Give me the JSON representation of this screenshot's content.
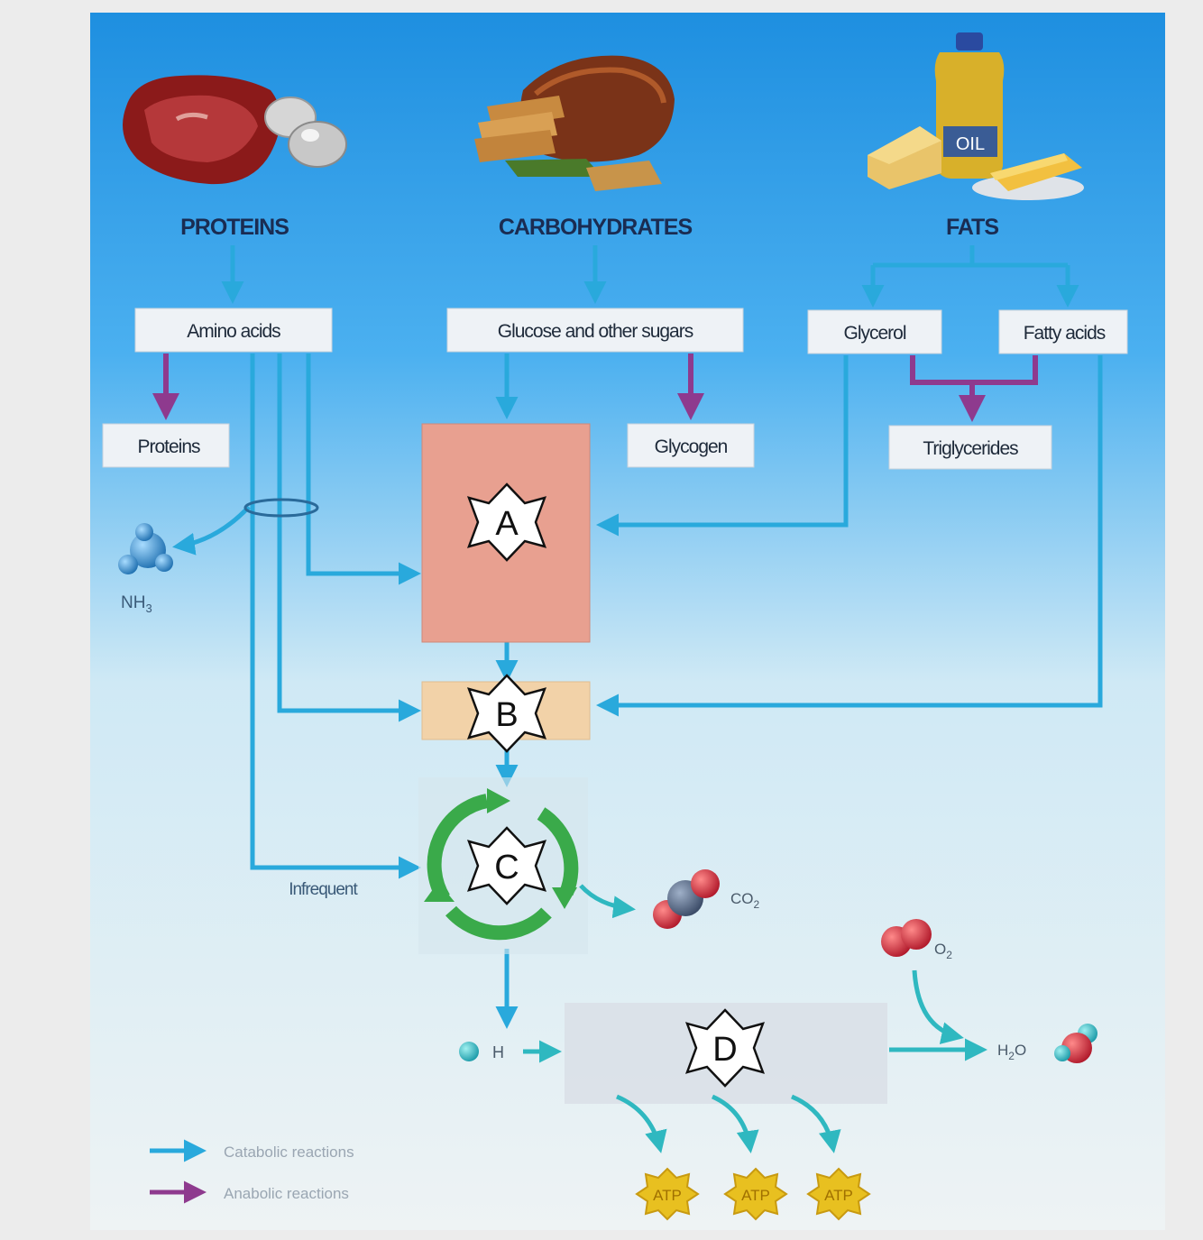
{
  "sources": {
    "proteins": "PROTEINS",
    "carbohydrates": "CARBOHYDRATES",
    "fats": "FATS"
  },
  "oil_label": "OIL",
  "boxes": {
    "amino_acids": "Amino acids",
    "glucose": "Glucose and other sugars",
    "glycerol": "Glycerol",
    "fatty_acids": "Fatty acids",
    "proteins": "Proteins",
    "glycogen": "Glycogen",
    "triglycerides": "Triglycerides"
  },
  "stages": {
    "a": "A",
    "b": "B",
    "c": "C",
    "d": "D"
  },
  "molecules": {
    "nh3": "NH3",
    "co2": "CO2",
    "o2": "O2",
    "h2o": "H2O",
    "h": "H"
  },
  "labels": {
    "infrequent": "Infrequent"
  },
  "atp": [
    "ATP",
    "ATP",
    "ATP"
  ],
  "legend": {
    "catabolic": "Catabolic reactions",
    "anabolic": "Anabolic reactions"
  },
  "colors": {
    "catabolic": "#29a9dc",
    "anabolic": "#8e3a8e",
    "stage_a_fill": "#e8a090",
    "stage_b_fill": "#f2d2a8",
    "cycle_green": "#3aaa4a",
    "atp_gold": "#e8c020"
  }
}
